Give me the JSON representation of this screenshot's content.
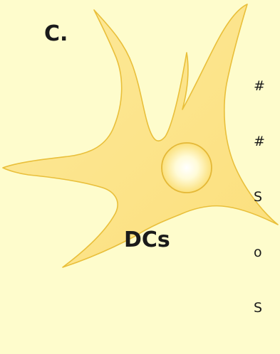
{
  "panel_label": "C.",
  "cell_label": "DCs",
  "side_text_lines": [
    "#",
    "#",
    "S",
    "o",
    "S"
  ],
  "colors": {
    "background": "#fefccc",
    "cell_fill": "#fbe58a",
    "cell_outline": "#e9bf3a",
    "nucleus_fill": "#fdf2a8",
    "nucleus_highlight": "#fffff4",
    "text": "#1a1a1a"
  }
}
